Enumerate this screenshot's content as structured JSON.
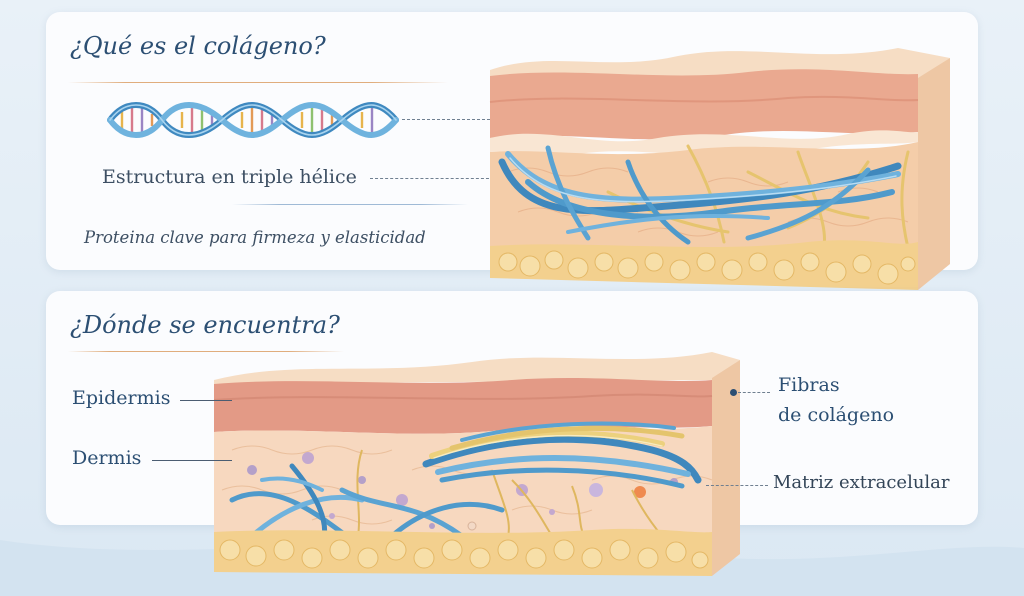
{
  "section1": {
    "title": "¿Qué es el colágeno?",
    "structure_label": "Estructura en triple hélice",
    "description": "Proteina clave para firmeza y elasticidad"
  },
  "section2": {
    "title": "¿Dónde se encuentra?",
    "labels": {
      "epidermis": "Epidermis",
      "dermis": "Dermis",
      "fibers_line1": "Fibras",
      "fibers_line2": "de colágeno",
      "matrix": "Matriz extracelular"
    }
  },
  "colors": {
    "title_blue": "#2c4f73",
    "collagen_blue": "#5fa0cf",
    "collagen_yellow": "#e9cf7e",
    "epidermis_pink": "#e39a86",
    "dermis_peach": "#f7d8bf",
    "fat_yellow": "#f4d08d"
  }
}
